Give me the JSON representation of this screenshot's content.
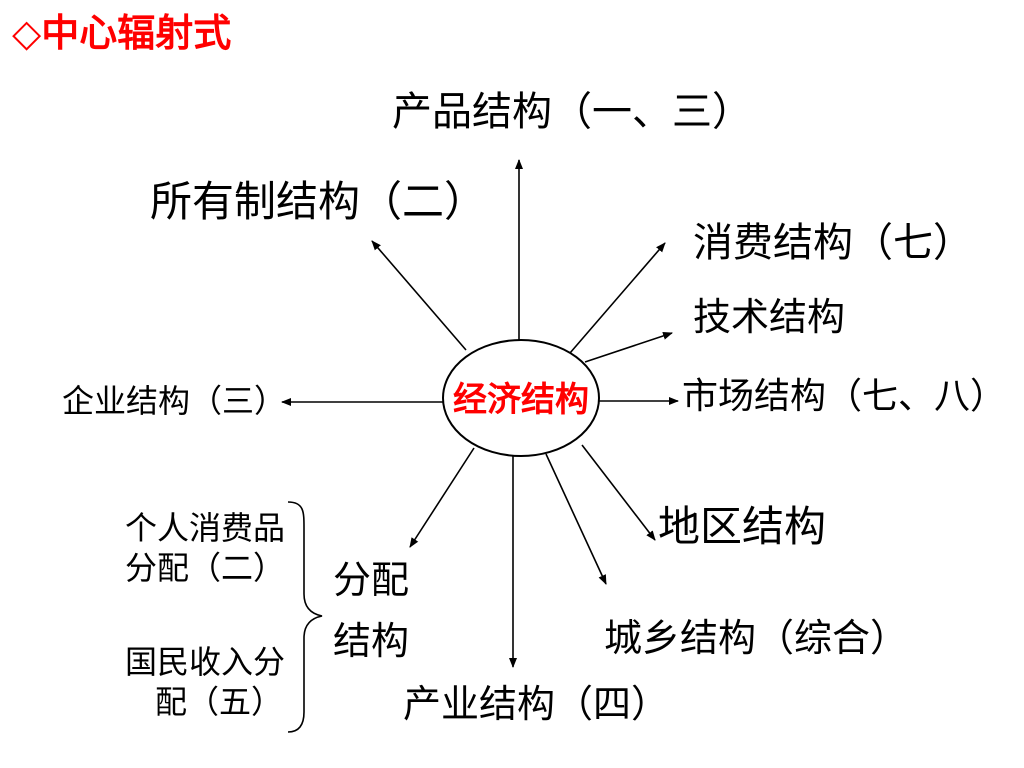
{
  "title": "◇中心辐射式",
  "colors": {
    "title": "#ff0000",
    "center_text": "#ff0000",
    "lines": "#000000",
    "text": "#000000"
  },
  "center": {
    "label": "经济结构"
  },
  "branches": {
    "product": "产品结构（一、三）",
    "ownership": "所有制结构（二）",
    "consumption": "消费结构（七）",
    "technology": "技术结构",
    "enterprise": "企业结构（三）",
    "market": "市场结构（七、八）",
    "region": "地区结构",
    "urban_rural": "城乡结构（综合）",
    "industry": "产业结构（四）",
    "distribution": [
      "分配",
      "结构"
    ]
  },
  "distribution_subitems": {
    "personal": [
      "个人消费品",
      "分配（二）"
    ],
    "national": [
      "国民收入分",
      "配（五）"
    ]
  }
}
